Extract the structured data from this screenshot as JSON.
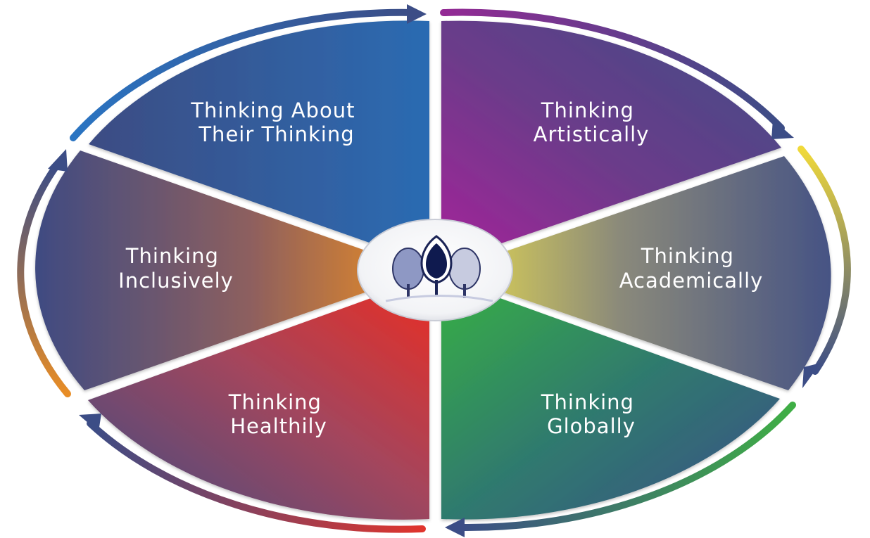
{
  "diagram": {
    "segments": [
      {
        "id": "thinking-about-their-thinking",
        "lines": [
          "Thinking About",
          "Their Thinking"
        ]
      },
      {
        "id": "thinking-artistically",
        "lines": [
          "Thinking",
          "Artistically"
        ]
      },
      {
        "id": "thinking-academically",
        "lines": [
          "Thinking",
          "Academically"
        ]
      },
      {
        "id": "thinking-globally",
        "lines": [
          "Thinking",
          "Globally"
        ]
      },
      {
        "id": "thinking-healthily",
        "lines": [
          "Thinking",
          "Healthily"
        ]
      },
      {
        "id": "thinking-inclusively",
        "lines": [
          "Thinking",
          "Inclusively"
        ]
      }
    ],
    "center_logo": {
      "icon": "three-trees-logo-icon"
    },
    "colors": {
      "navy": "#3b4f86",
      "blue": "#2a6cb3",
      "purple": "#8e2a93",
      "yellow": "#e5d44a",
      "green": "#3bab43",
      "red": "#e2322c",
      "orange": "#e58f2a",
      "slate": "#55577a"
    }
  }
}
